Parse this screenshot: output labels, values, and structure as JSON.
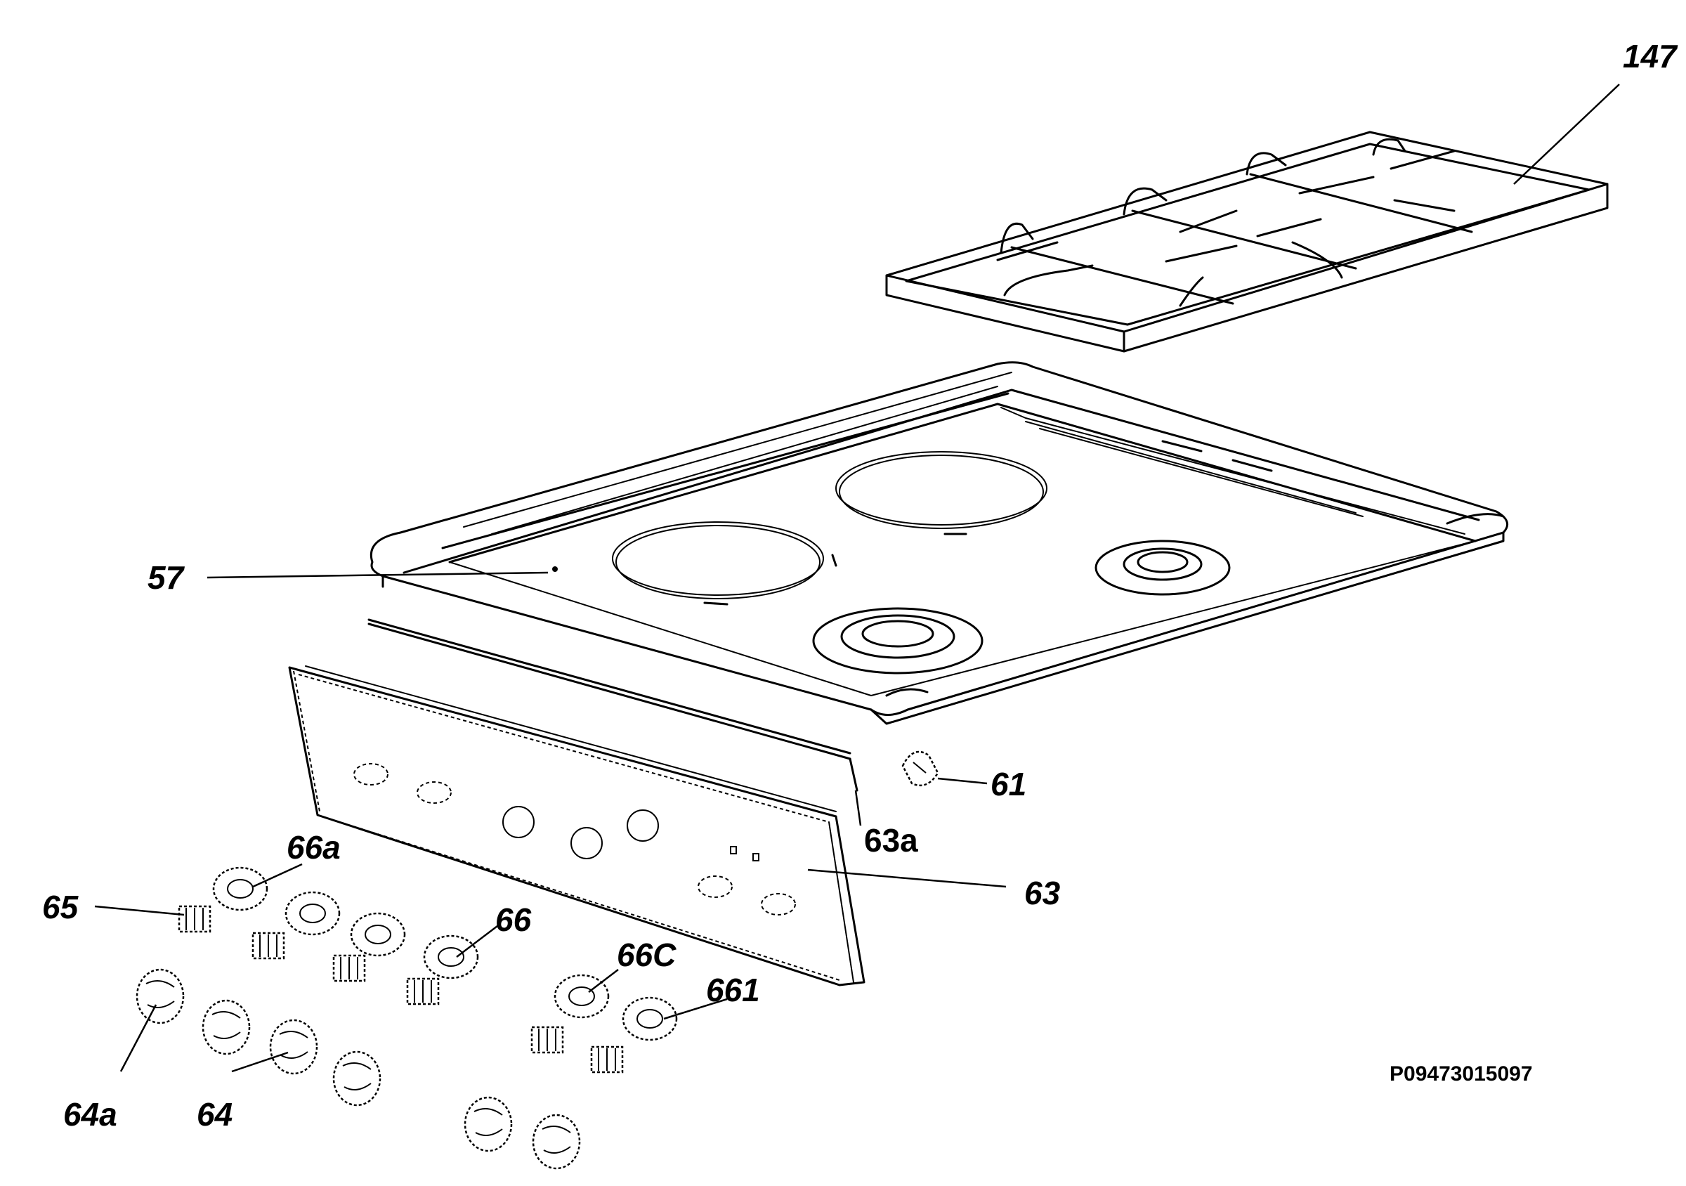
{
  "diagram": {
    "parts": [
      {
        "id": "147",
        "label": "147"
      },
      {
        "id": "57",
        "label": "57"
      },
      {
        "id": "61",
        "label": "61"
      },
      {
        "id": "63a",
        "label": "63a"
      },
      {
        "id": "63",
        "label": "63"
      },
      {
        "id": "66a",
        "label": "66a"
      },
      {
        "id": "65",
        "label": "65"
      },
      {
        "id": "66",
        "label": "66"
      },
      {
        "id": "66C",
        "label": "66C"
      },
      {
        "id": "661",
        "label": "661"
      },
      {
        "id": "64a",
        "label": "64a"
      },
      {
        "id": "64",
        "label": "64"
      }
    ],
    "reference_code": "P09473015097"
  }
}
